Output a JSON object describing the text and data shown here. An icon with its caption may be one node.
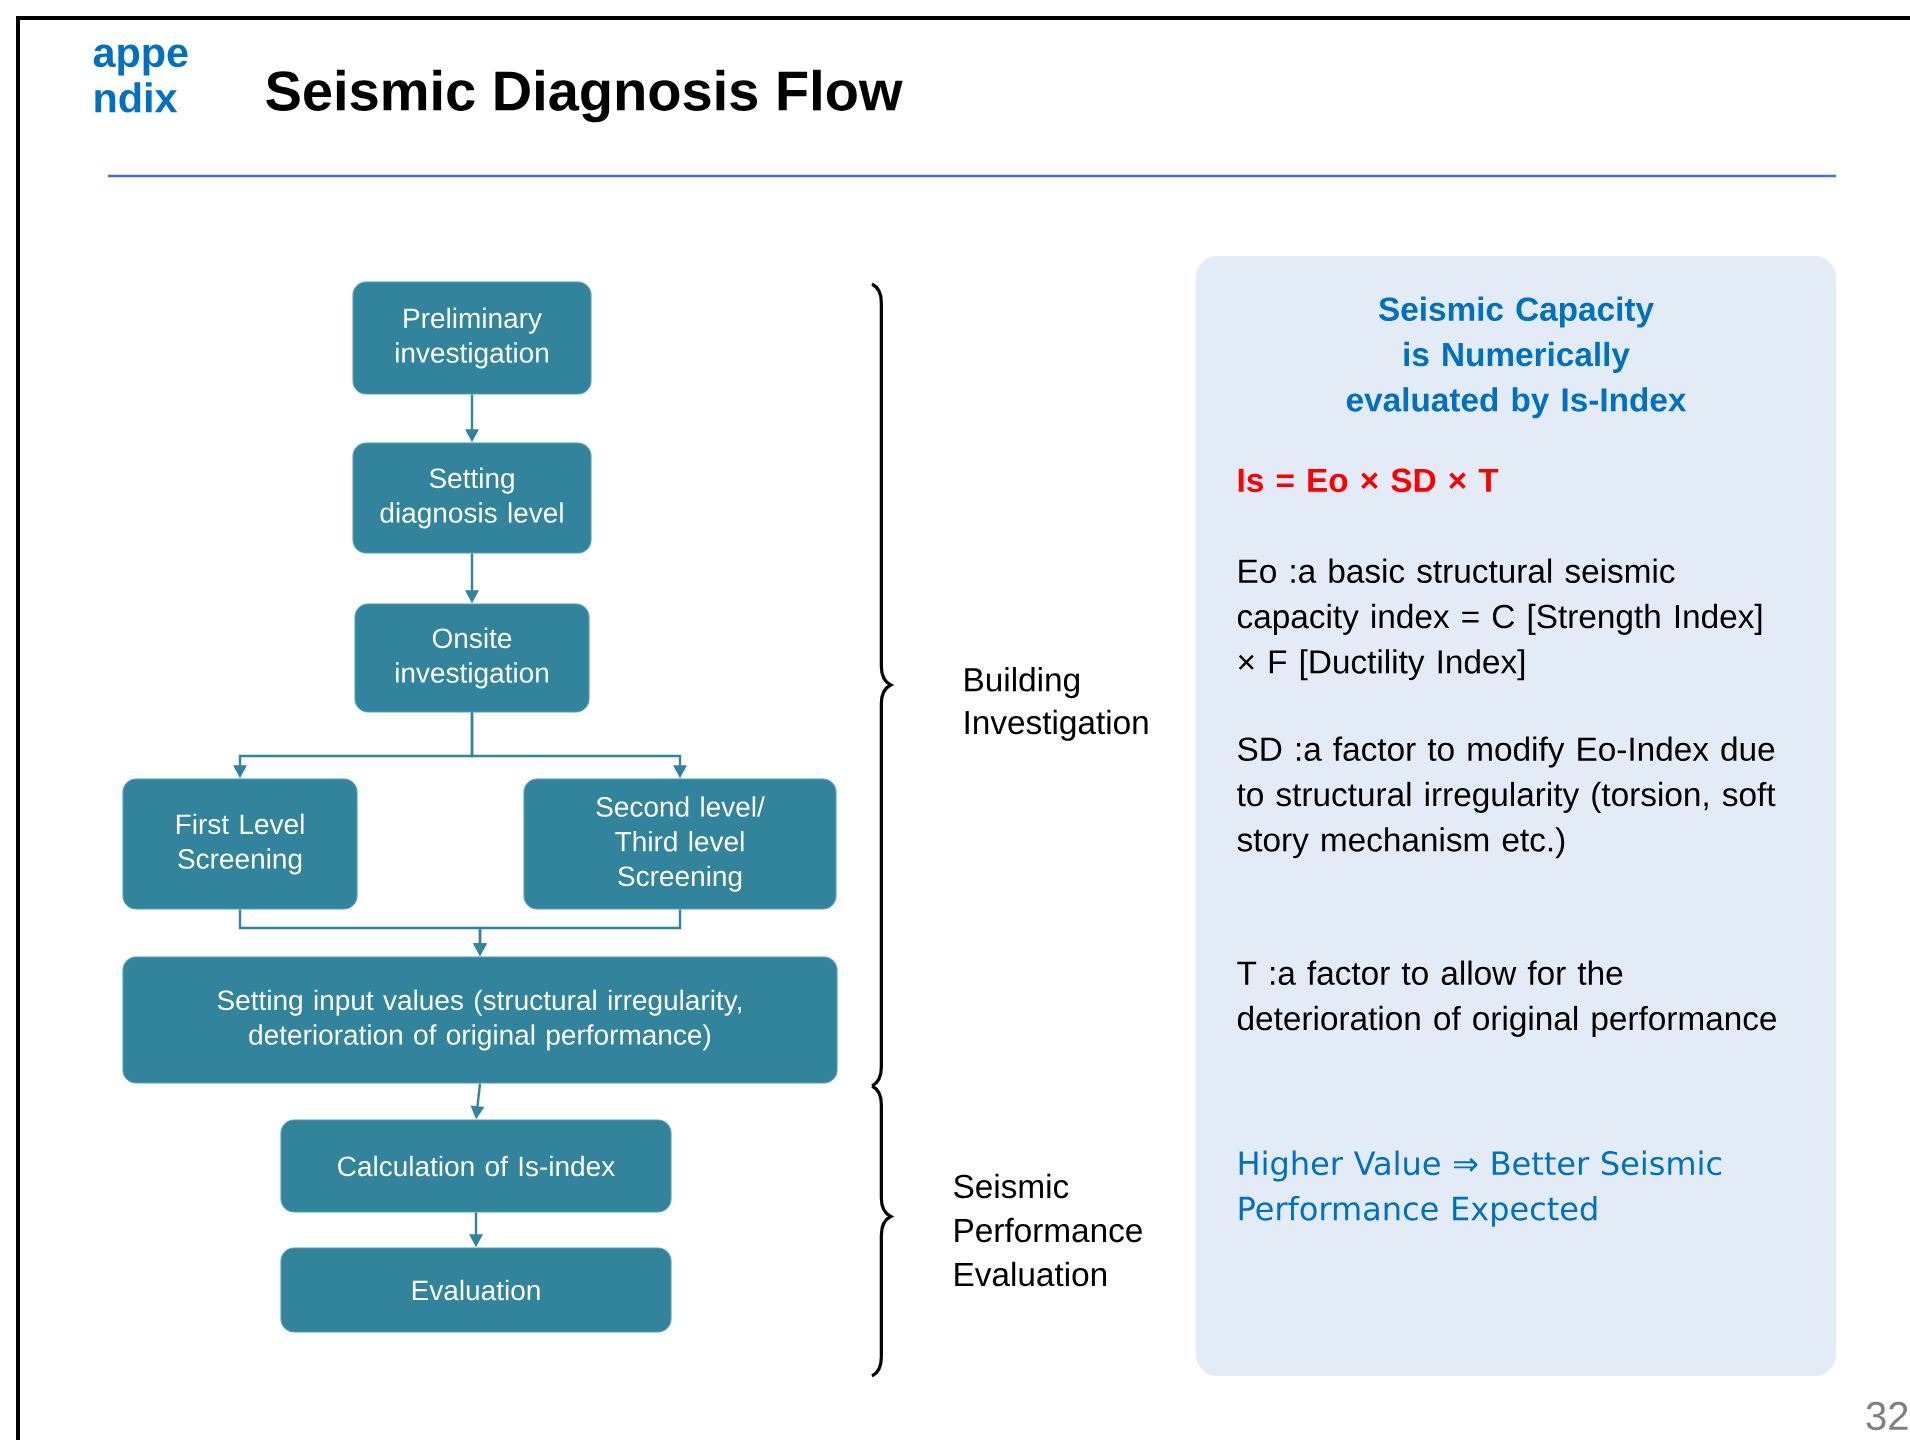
{
  "diagram": {
    "title": "Seismic Diagnosis Flow",
    "nodes": [
      {
        "text": [
          "Preliminary investigation"
        ]
      },
      {
        "text": [
          "Setting diagnosis level"
        ]
      },
      {
        "text": [
          "Onsite investigation"
        ]
      },
      {
        "text": [
          "First Level Screening"
        ]
      },
      {
        "text": [
          "Second level/ Third level Screening"
        ]
      },
      {
        "text": [
          "Setting input values (structural irregularity, deterioration of original performance)"
        ]
      },
      {
        "text": [
          "Calculation of Is-index"
        ]
      },
      {
        "text": [
          "Evaluation"
        ]
      },
      {
        "text": [
          "Seismic Capacity is Numerically evaluated by Is-Index",
          "Is = Eo × SD × T",
          "Eo :a basic structural seismic capacity index = C [Strength Index] × F [Ductility Index]",
          "SD :a factor to modify Eo-Index due to structural irregularity (torsion, soft story mechanism etc.)",
          "T :a factor to allow for the deterioration of original performance",
          "Higher Value ⇒ Better Seismic Performance Expected"
        ]
      }
    ],
    "edges": [
      {
        "from": 0,
        "to": 1,
        "arrow": "to"
      },
      {
        "from": 1,
        "to": 2,
        "arrow": "to"
      },
      {
        "from": 2,
        "to": 3,
        "arrow": "to"
      },
      {
        "from": 2,
        "to": 4,
        "arrow": "to"
      },
      {
        "from": 3,
        "to": 5,
        "arrow": "to"
      },
      {
        "from": 4,
        "to": 5,
        "arrow": "to"
      },
      {
        "from": 5,
        "to": 6,
        "arrow": "to"
      },
      {
        "from": 6,
        "to": 7,
        "arrow": "to"
      }
    ],
    "labels": [
      "appe ndix",
      "Building Investigation",
      "Seismic Performance Evaluation",
      "32"
    ]
  }
}
